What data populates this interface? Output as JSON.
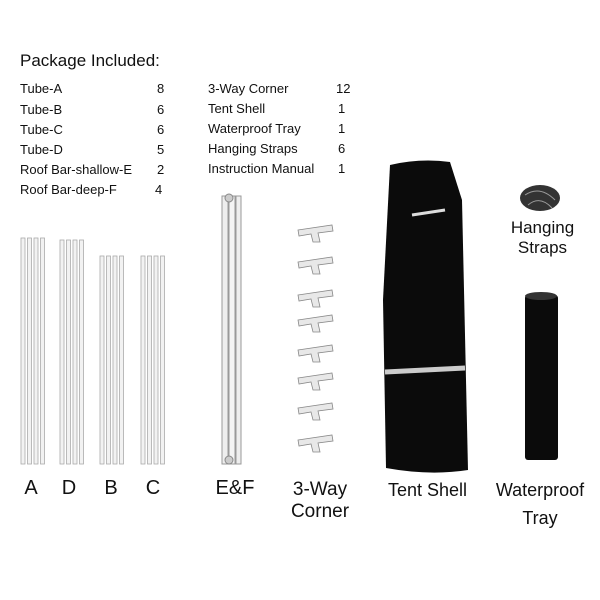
{
  "heading": "Package Included:",
  "left_items": [
    {
      "name": "Tube-A",
      "qty": "8"
    },
    {
      "name": "Tube-B",
      "qty": "6"
    },
    {
      "name": "Tube-C",
      "qty": "6"
    },
    {
      "name": "Tube-D",
      "qty": "5"
    },
    {
      "name": "Roof Bar-shallow-E",
      "qty": "2"
    },
    {
      "name": "Roof Bar-deep-F",
      "qty": "4"
    }
  ],
  "right_items": [
    {
      "name": "3-Way Corner",
      "qty": "12"
    },
    {
      "name": "Tent Shell",
      "qty": "1"
    },
    {
      "name": "Waterproof Tray",
      "qty": "1"
    },
    {
      "name": "Hanging Straps",
      "qty": "6"
    },
    {
      "name": "Instruction Manual",
      "qty": "1"
    }
  ],
  "labels": {
    "a": "A",
    "d": "D",
    "b": "B",
    "c": "C",
    "ef": "E&F",
    "corner_1": "3-Way",
    "corner_2": "Corner",
    "shell": "Tent Shell",
    "tray_1": "Waterproof",
    "tray_2": "Tray",
    "straps_1": "Hanging",
    "straps_2": "Straps"
  }
}
